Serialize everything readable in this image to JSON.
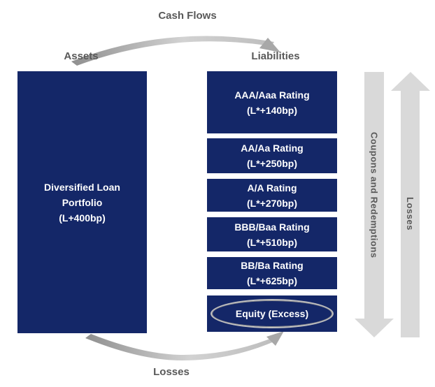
{
  "labels": {
    "cash_flows": "Cash Flows",
    "assets": "Assets",
    "liabilities": "Liabilities",
    "losses_bottom": "Losses"
  },
  "asset_box": {
    "line1": "Diversified Loan",
    "line2": "Portfolio",
    "line3": "(L+400bp)"
  },
  "tranches": [
    {
      "rating": "AAA/Aaa Rating",
      "spread": "(L*+140bp)"
    },
    {
      "rating": "AA/Aa Rating",
      "spread": "(L*+250bp)"
    },
    {
      "rating": "A/A Rating",
      "spread": "(L*+270bp)"
    },
    {
      "rating": "BBB/Baa Rating",
      "spread": "(L*+510bp)"
    },
    {
      "rating": "BB/Ba Rating",
      "spread": "(L*+625bp)"
    }
  ],
  "equity": {
    "label": "Equity (Excess)"
  },
  "side_arrows": {
    "coupons_label": "Coupons and Redemptions",
    "losses_label": "Losses"
  },
  "colors": {
    "navy": "#142768",
    "arrow_gray": "#d9d9d9",
    "text_gray": "#595959",
    "box_text": "#ffffff"
  }
}
